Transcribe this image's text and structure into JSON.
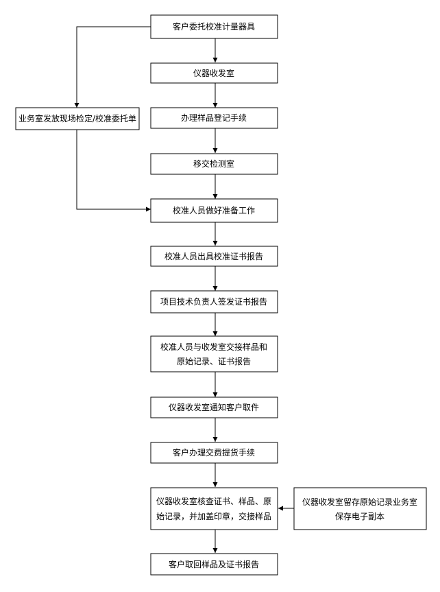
{
  "flowchart": {
    "nodes": {
      "n1": "客户委托校准计量器具",
      "n2": "仪器收发室",
      "n3": "办理样品登记手续",
      "n4": "移交检测室",
      "n5": "校准人员做好准备工作",
      "n6": "校准人员出具校准证书报告",
      "n7": "项目技术负责人签发证书报告",
      "n8a": "校准人员与收发室交接样品和",
      "n8b": "原始记录、证书报告",
      "n9": "仪器收发室通知客户取件",
      "n10": "客户办理交费提货手续",
      "n11a": "仪器收发室核查证书、样品、原",
      "n11b": "始记录，并加盖印章，交接样品",
      "n12": "客户取回样品及证书报告",
      "side_left": "业务室发放现场检定/校准委托单",
      "side_right_a": "仪器收发室留存原始记录业务室",
      "side_right_b": "保存电子副本"
    },
    "colors": {
      "stroke": "#000000",
      "fill": "#ffffff",
      "text": "#000000"
    }
  }
}
